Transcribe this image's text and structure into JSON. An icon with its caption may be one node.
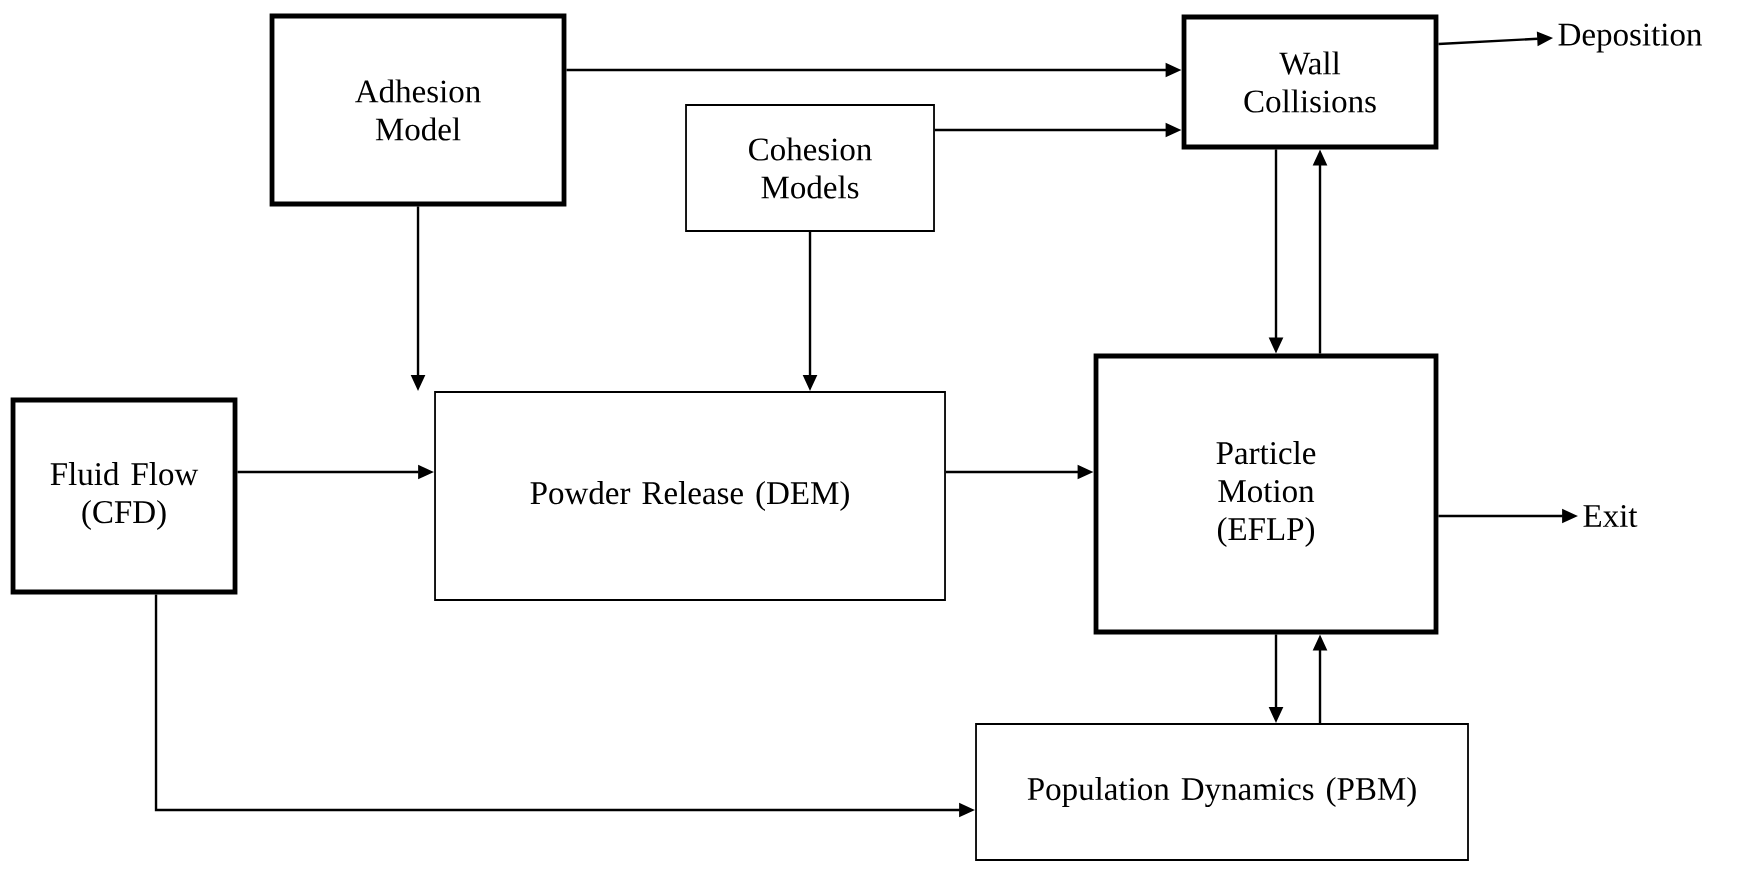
{
  "diagram": {
    "nodes": [
      {
        "text": [
          "Adhesion Model"
        ]
      },
      {
        "text": [
          "Cohesion Models"
        ]
      },
      {
        "text": [
          "Wall Collisions"
        ]
      },
      {
        "text": [
          "Deposition"
        ]
      },
      {
        "text": [
          "Fluid Flow (CFD)"
        ]
      },
      {
        "text": [
          "Powder Release (DEM)"
        ]
      },
      {
        "text": [
          "Particle Motion (EFLP)"
        ]
      },
      {
        "text": [
          "Exit"
        ]
      },
      {
        "text": [
          "Population Dynamics (PBM)"
        ]
      }
    ],
    "edges": [
      {
        "from": 0,
        "to": 2,
        "arrow": "to"
      },
      {
        "from": 1,
        "to": 2,
        "arrow": "to"
      },
      {
        "from": 2,
        "to": 3,
        "arrow": "to"
      },
      {
        "from": 0,
        "to": 5,
        "arrow": "to"
      },
      {
        "from": 1,
        "to": 5,
        "arrow": "to"
      },
      {
        "from": 4,
        "to": 5,
        "arrow": "to"
      },
      {
        "from": 5,
        "to": 6,
        "arrow": "to"
      },
      {
        "from": 6,
        "to": 7,
        "arrow": "to"
      },
      {
        "from": 4,
        "to": 8,
        "arrow": "to"
      },
      {
        "from": 2,
        "to": 6,
        "arrow": "to"
      },
      {
        "from": 6,
        "to": 2,
        "arrow": "to"
      },
      {
        "from": 6,
        "to": 8,
        "arrow": "to"
      },
      {
        "from": 8,
        "to": 6,
        "arrow": "to"
      }
    ]
  }
}
